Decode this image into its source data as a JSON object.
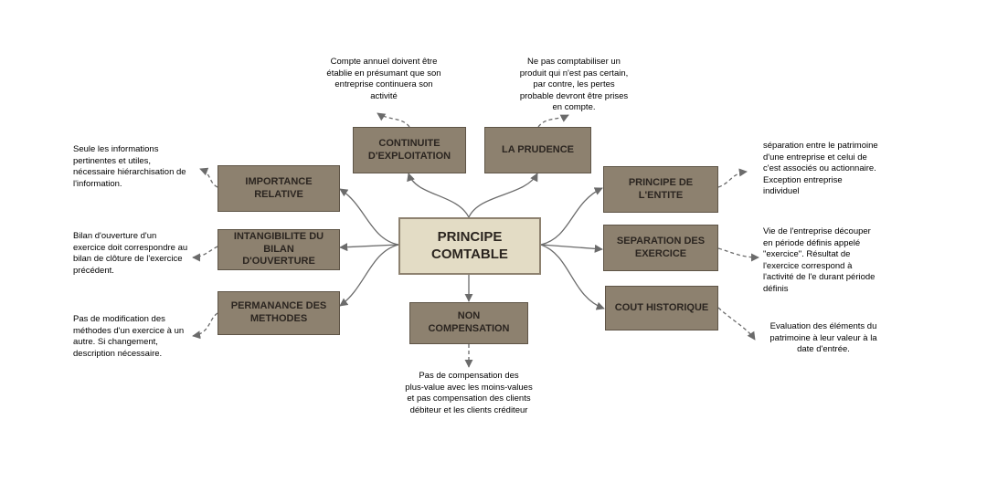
{
  "center": {
    "label": "PRINCIPE\nCOMTABLE"
  },
  "principles": {
    "continuite": {
      "label": "CONTINUITE\nD'EXPLOITATION",
      "note": "Compte annuel doivent être\nétablie en présumant que son\nentreprise continuera son\nactivité"
    },
    "prudence": {
      "label": "LA PRUDENCE",
      "note": "Ne pas comptabiliser un\nproduit qui n'est pas certain,\npar contre, les pertes\nprobable devront être prises\nen compte."
    },
    "importance": {
      "label": "IMPORTANCE\nRELATIVE",
      "note": "Seule les informations\npertinentes et utiles,\nnécessaire hiérarchisation de\nl'information."
    },
    "intangibilite": {
      "label": "INTANGIBILITE DU\nBILAN D'OUVERTURE",
      "note": "Bilan d'ouverture d'un\nexercice doit correspondre au\nbilan de clôture de l'exercice\nprécédent."
    },
    "permanance": {
      "label": "PERMANANCE DES\nMETHODES",
      "note": "Pas de modification des\nméthodes d'un exercice à un\nautre. Si changement,\ndescription nécessaire."
    },
    "non_compensation": {
      "label": "NON COMPENSATION",
      "note": "Pas de compensation des\nplus-value avec les moins-values\net pas compensation des clients\ndébiteur et les clients créditeur"
    },
    "entite": {
      "label": "PRINCIPE DE\nL'ENTITE",
      "note": "séparation entre le patrimoine\nd'une entreprise et celui de\nc'est associés ou actionnaire.\nException entreprise\nindividuel"
    },
    "separation": {
      "label": "SEPARATION DES\nEXERCICE",
      "note": "Vie de l'entreprise découper\nen période définis appelé\n\"exercice\". Résultat de\nl'exercice correspond à\nl'activité de l'e durant période\ndéfinis"
    },
    "cout": {
      "label": "COUT  HISTORIQUE",
      "note": "Evaluation des éléments du\npatrimoine à leur valeur à la\ndate d'entrée."
    }
  }
}
